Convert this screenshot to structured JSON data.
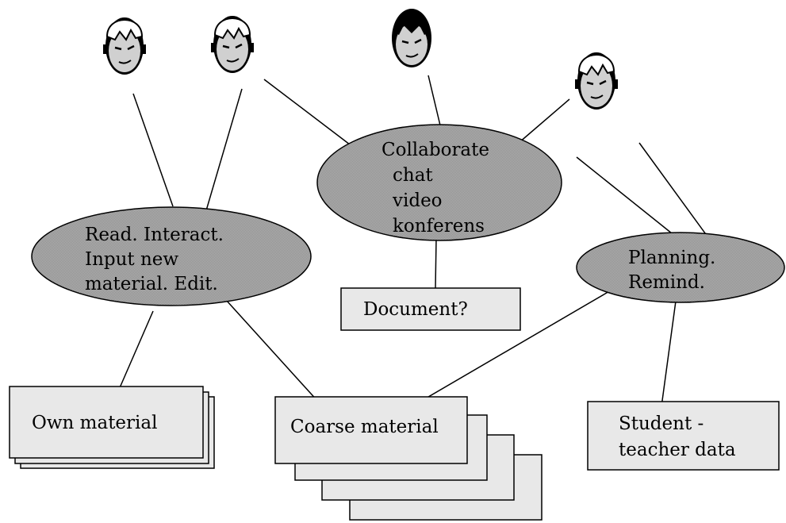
{
  "colors": {
    "ellipse_fill": "#9a9a9a",
    "box_fill": "#e8e8e8",
    "stroke": "#000000",
    "face_fill": "#d0d0d0",
    "hair_light": "#ffffff",
    "hair_dark": "#000000"
  },
  "people": [
    {
      "name": "user-1",
      "hair": "light"
    },
    {
      "name": "user-2",
      "hair": "light"
    },
    {
      "name": "user-3",
      "hair": "dark"
    },
    {
      "name": "user-4",
      "hair": "light"
    }
  ],
  "ellipses": {
    "read": [
      "Read. Interact.",
      "Input new",
      "material. Edit."
    ],
    "collaborate": [
      "Collaborate",
      "chat",
      "video",
      "konferens"
    ],
    "planning": [
      "Planning.",
      "Remind."
    ]
  },
  "boxes": {
    "document": [
      "Document?"
    ],
    "own_material": [
      "Own material"
    ],
    "coarse_material": [
      "Coarse material"
    ],
    "student_teacher": [
      "Student -",
      "teacher data"
    ]
  }
}
